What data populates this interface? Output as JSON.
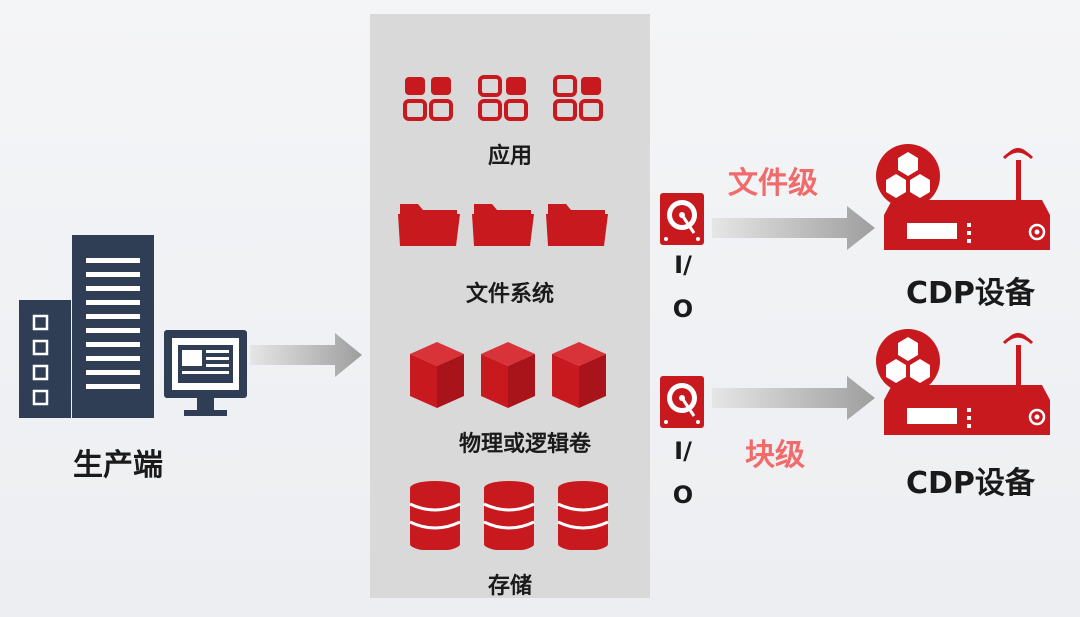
{
  "producer": {
    "label": "生产端"
  },
  "layers": [
    {
      "label": "应用",
      "icon": "app-grid-icon"
    },
    {
      "label": "文件系统",
      "icon": "folder-icon"
    },
    {
      "label": "物理或逻辑卷",
      "icon": "box-icon"
    },
    {
      "label": "存储",
      "icon": "database-icon"
    }
  ],
  "io": {
    "line1": "I/",
    "line2": "O"
  },
  "paths": [
    {
      "level": "文件级",
      "device": "CDP设备"
    },
    {
      "level": "块级",
      "device": "CDP设备"
    }
  ],
  "colors": {
    "accent": "#c8191f",
    "level_text": "#f26b6b",
    "building": "#2f3e55",
    "arrow": "#9e9e9e",
    "panel": "#d9d9d9"
  }
}
